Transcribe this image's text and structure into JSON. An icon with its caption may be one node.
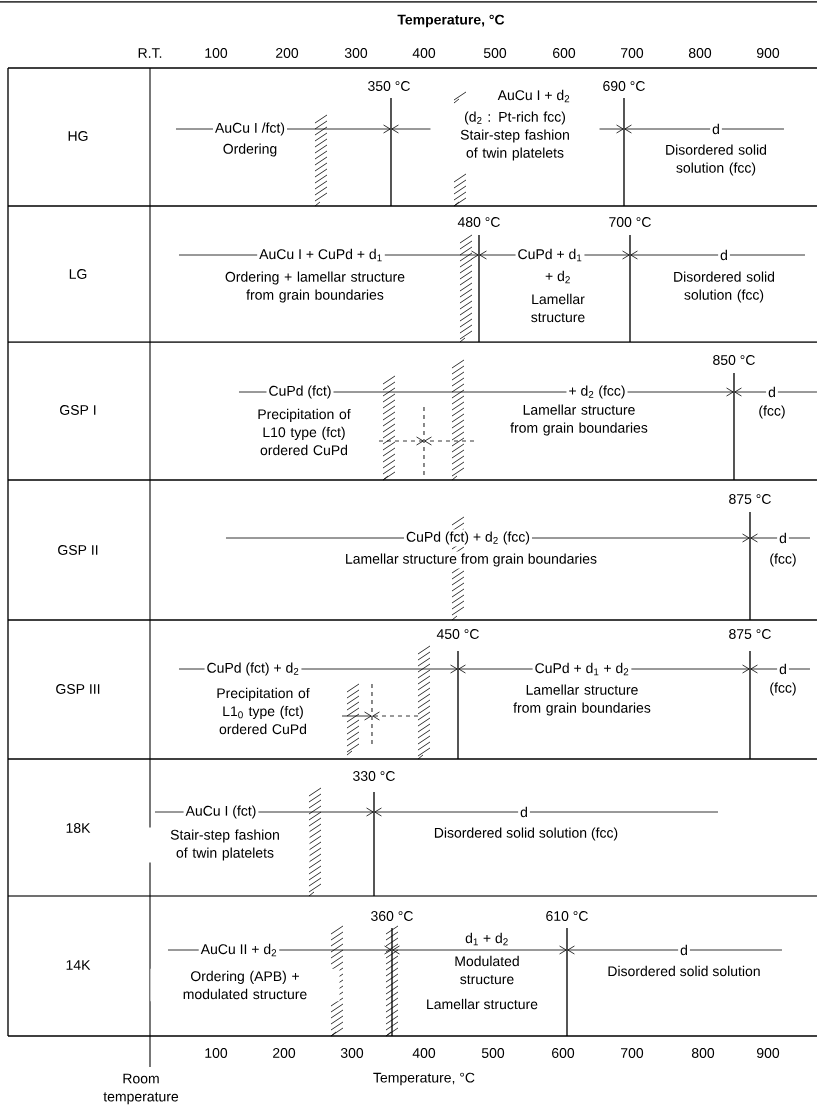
{
  "diagram": {
    "labels": [
      "Temperature, °C",
      "R.T.",
      "100",
      "200",
      "300",
      "400",
      "500",
      "600",
      "700",
      "800",
      "900",
      "HG",
      "350 °C",
      "AuCu I + d$_{2}$",
      "690 °C",
      "AuCu I /fct)",
      "(d$_{2}$ : Pt-rich fcc) Stair-step fashion of twin platelets",
      "d",
      "Ordering",
      "Disordered solid solution (fcc)",
      "LG",
      "480 °C",
      "700 °C",
      "AuCu I + CuPd + d$_{1}$",
      "CuPd + d$_{1}$",
      "d",
      "Ordering + lamellar structure from grain boundaries",
      "+ d$_{2}$",
      "Disordered solid solution (fcc)",
      "Lamellar structure",
      "GSP I",
      "850 °C",
      "CuPd (fct)",
      "+ d$_{2}$ (fcc)",
      "d",
      "Precipitation of L10 type (fct) ordered CuPd",
      "Lamellar structure from grain boundaries",
      "(fcc)",
      "GSP II",
      "875 °C",
      "CuPd (fct) + d$_{2}$ (fcc)",
      "d",
      "Lamellar structure from grain boundaries",
      "(fcc)",
      "GSP III",
      "450 °C",
      "875 °C",
      "CuPd (fct) + d$_{2}$",
      "CuPd + d$_{1}$ + d$_{2}$",
      "d",
      "Precipitation of L1$_{0}$ type (fct) ordered CuPd",
      "Lamellar structure from grain boundaries",
      "(fcc)",
      "18K",
      "330 °C",
      "AuCu I (fct)",
      "d",
      "Stair-step fashion of twin platelets",
      "Disordered solid solution (fcc)",
      "14K",
      "360 °C",
      "610 °C",
      "AuCu II + d$_{2}$",
      "d$_{1}$ + d$_{2}$",
      "d",
      "Ordering (APB) + modulated structure",
      "Modulated structure",
      "Disordered solid solution",
      "Lamellar structure",
      "100",
      "200",
      "300",
      "400",
      "500",
      "600",
      "700",
      "800",
      "900",
      "Temperature, °C",
      "Room temperature"
    ]
  }
}
